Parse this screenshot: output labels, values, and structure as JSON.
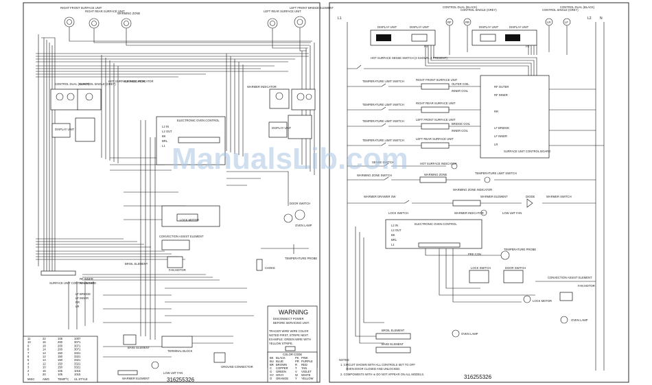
{
  "left_panel": {
    "part_number": "316255326",
    "top_labels": {
      "rf": "RIGHT FRONT SURFACE UNIT",
      "rr": "RIGHT REAR SURFACE UNIT",
      "wz": "WARMING ZONE",
      "lr": "LEFT REAR SURFACE UNIT",
      "lf": "LEFT FRONT BRIDGE ELEMENT"
    },
    "control_dual_black": "CONTROL DUAL (BLACK)",
    "control_single_grey": "CONTROL SINGLE (GREY)",
    "hot_surface": "HOT SURFACE INDICATOR",
    "surface_indicator": "SURFACE INDICATOR",
    "warmer_indicator": "WARMER INDICATOR",
    "display_unit": "DISPLAY UNIT",
    "electronic_oven_control": "ELECTRONIC OVEN CONTROL",
    "eoc_pins": [
      "L2 IN",
      "L2 OUT",
      "BK",
      "BRL",
      "L1"
    ],
    "door_switch": "DOOR SWITCH",
    "lock_motor": "LOCK MOTOR",
    "oven_lamp": "OVEN LAMP",
    "convection_element": "CONVECTION ASSIST ELEMENT",
    "fan_motor": "FAN MOTOR",
    "broil_element": "BROIL ELEMENT",
    "temp_probe": "TEMPERATURE PROBE",
    "choke": "CHOKE",
    "surface_unit_board": "SURFACE UNIT CONTROL BOARD",
    "board_pins": [
      "RF INNER",
      "RF OUTER",
      "LF BRIDGE",
      "LF INNER",
      "RR",
      "LR"
    ],
    "bake_element": "BAKE ELEMENT",
    "terminal_block": "TERMINAL BLOCK",
    "ground_connector": "GROUND CONNECTOR",
    "low_limit_fan": "LOW LMT FAN",
    "warmer_element": "WARMER ELEMENT",
    "warning": {
      "title": "WARNING",
      "line1": "DISCONNECT POWER",
      "line2": "BEFORE SERVICING UNIT.",
      "tracer1": "TRACER WIRE   WIRE COLOR",
      "tracer2": "NOTED FIRST, STRIPE NEXT.",
      "tracer3": "EXAMPLE:  GREEN WIRE WITH",
      "tracer4": "YELLOW STRIPE."
    },
    "color_code": {
      "title": "COLOR CODE",
      "rows": [
        [
          "BK",
          "BLACK",
          "PK",
          "PINK"
        ],
        [
          "BU",
          "BLUE",
          "PR",
          "PURPLE"
        ],
        [
          "BR",
          "BROWN",
          "R",
          "RED"
        ],
        [
          "C",
          "COPPER",
          "T",
          "TAN"
        ],
        [
          "G",
          "GREEN",
          "V",
          "VIOLET"
        ],
        [
          "GY",
          "GRAY",
          "W",
          "WHITE"
        ],
        [
          "O",
          "ORANGE",
          "Y",
          "YELLOW"
        ]
      ]
    },
    "awg_table": {
      "headers": [
        "MISC",
        "AWG",
        "TEMP°C",
        "UL STYLE"
      ],
      "rows": [
        [
          "11",
          "22",
          "105",
          "1007"
        ],
        [
          "10",
          "16",
          "200",
          "3071"
        ],
        [
          "9",
          "18",
          "200",
          "3071"
        ],
        [
          "8",
          "14",
          "200",
          "3071"
        ],
        [
          "7",
          "14",
          "150",
          "3321"
        ],
        [
          "6",
          "12",
          "150",
          "3321"
        ],
        [
          "5",
          "14",
          "150",
          "3321"
        ],
        [
          "4",
          "12",
          "150",
          "3321"
        ],
        [
          "3",
          "10",
          "150",
          "3321"
        ],
        [
          "2",
          "16",
          "105",
          "1015"
        ],
        [
          "1",
          "20",
          "105",
          "1015"
        ]
      ]
    }
  },
  "right_panel": {
    "part_number": "316255326",
    "l1": "L1",
    "l2": "L2",
    "n": "N",
    "display_unit": "DISPLAY UNIT",
    "top_controls": [
      {
        "label": "CONTROL DUAL (BLACK)",
        "code": "RF"
      },
      {
        "label": "CONTROL SINGLE (GREY)",
        "code": "RR"
      },
      {
        "label": "CONTROL SINGLE (GREY)",
        "code": "LR"
      },
      {
        "label": "CONTROL DUAL (BLACK)",
        "code": "LF"
      }
    ],
    "p_labels": [
      "P3",
      "P2"
    ],
    "hot_surface_sense": "HOT SURFACE SENSE SWITCH (3 SHOWN, 4 PRESENT)",
    "temp_limit_switch": "TEMPERATURE LIMIT SWITCH",
    "surface_units": [
      {
        "name": "RIGHT FRONT SURFACE UNIT",
        "coils": [
          "OUTER COIL",
          "INNER COIL"
        ]
      },
      {
        "name": "RIGHT REAR SURFACE UNIT",
        "coils": []
      },
      {
        "name": "LEFT FRONT SURFACE UNIT",
        "coils": [
          "BRIDGE COIL",
          "INNER COIL"
        ]
      },
      {
        "name": "LEFT REAR SURFACE UNIT",
        "coils": []
      }
    ],
    "board_pins": [
      "RF OUTER",
      "RF INNER",
      "RR",
      "LF BRIDGE",
      "LF INNER",
      "LR"
    ],
    "board_label": "SURFACE UNIT CONTROL BOARD",
    "sense_switch": "SENSE SWITCH",
    "hot_surface_indicator": "HOT SURFACE INDICATOR",
    "warming_zone_switch": "WARMING ZONE SWITCH",
    "warming_zone": "WARMING ZONE",
    "warming_zone_indicator": "WARMING ZONE INDICATOR",
    "temp_limit": "TEMPERATURE LIMIT SWITCH",
    "warmer_drawer_sw": "WARMER DRAWER SW",
    "warmer_switch": "WARMER SWITCH",
    "warmer_element": "WARMER ELEMENT",
    "diode": "DIODE",
    "lock_switch": "LOCK SWITCH",
    "warmer_indicator": "WARMER INDICATOR",
    "low_limit_fan": "LOW LMT FAN",
    "electronic_oven_control": "ELECTRONIC OVEN CONTROL",
    "eoc_pins": [
      "L2 IN",
      "L2 OUT",
      "BK",
      "BRL",
      "L1"
    ],
    "pre_con": "PRE CON",
    "temperature_probe": "TEMPERATURE PROBE",
    "lock_switch2": "LOCK SWITCH",
    "door_switch": "DOOR SWITCH",
    "convection_element": "CONVECTION ASSIST ELEMENT",
    "fan_motor": "FAN MOTOR",
    "lock_motor": "LOCK MOTOR",
    "oven_lamp": "OVEN LAMP",
    "broil_element": "BROIL ELEMENT",
    "bake_element": "BAKE ELEMENT",
    "notes": {
      "title": "NOTES:",
      "n1": "1.  CIRCUIT SHOWN WITH ALL CONTROLS SET TO OFF",
      "n1b": "OVEN DOOR CLOSED AND UNLOCKED.",
      "n2": "2.  COMPONENTS WITH  ※  DO NOT APPEAR ON ALL MODELS."
    }
  },
  "watermark": "ManualsLib.com"
}
